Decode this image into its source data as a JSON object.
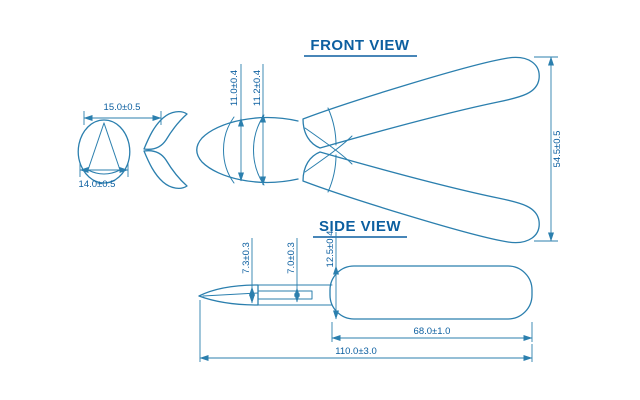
{
  "colors": {
    "line": "#2b7fae",
    "text": "#0c5fa0",
    "background": "#ffffff"
  },
  "titles": {
    "front": "FRONT VIEW",
    "side": "SIDE VIEW"
  },
  "front_view": {
    "dim_head_width_top": "15.0±0.5",
    "dim_head_width_bottom": "14.0±0.5",
    "dim_jaw_height_inner": "11.0±0.4",
    "dim_jaw_height_outer": "11.2±0.4",
    "dim_overall_height": "54.5±0.5"
  },
  "side_view": {
    "dim_tip_height": "7.3±0.3",
    "dim_jaw_height": "7.0±0.3",
    "dim_handle_height": "12.5±0.4",
    "dim_handle_length": "68.0±1.0",
    "dim_overall_length": "110.0±3.0"
  }
}
